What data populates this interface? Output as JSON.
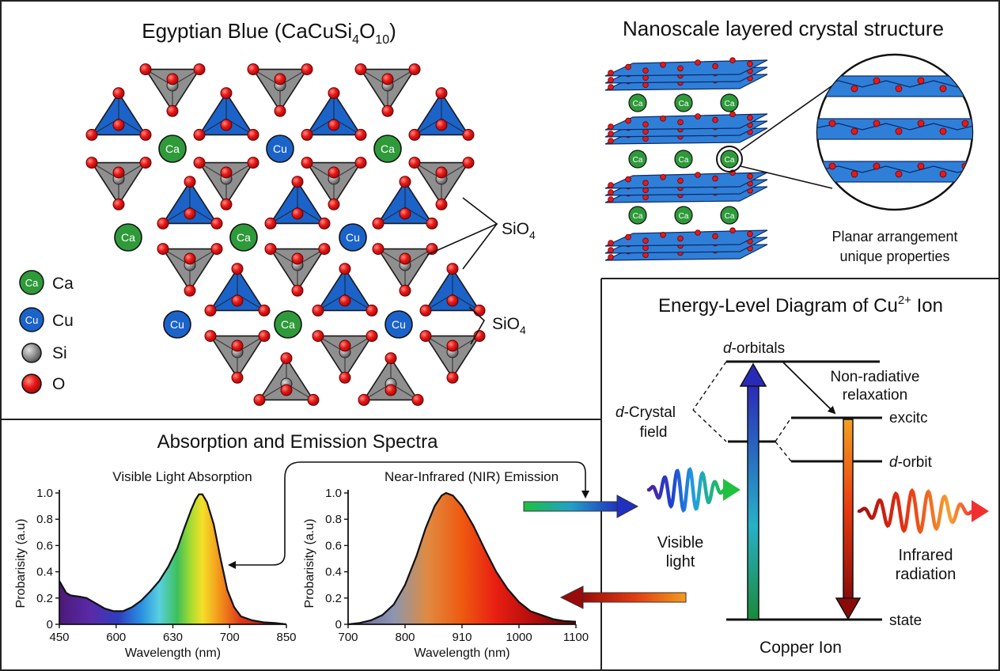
{
  "panels": {
    "structure": {
      "title": "Egyptian Blue (CaCuSi",
      "title_sub1": "4",
      "title_mid": "O",
      "title_sub2": "10",
      "title_end": ")",
      "ion_labels": [
        "Ca",
        "Cu",
        "Ca",
        "Ca",
        "Ca",
        "Cu",
        "Cu",
        "Ca",
        "Cu"
      ],
      "sio4_label": "SiO",
      "sio4_sub": "4",
      "legend": [
        {
          "symbol": "Ca",
          "label": "Ca",
          "color": "#2e9a3a"
        },
        {
          "symbol": "Cu",
          "label": "Cu",
          "color": "#1b63c9"
        },
        {
          "symbol": "",
          "label": "Si",
          "color": "#8a8a8a"
        },
        {
          "symbol": "",
          "label": "O",
          "color": "#e01010"
        }
      ]
    },
    "nanoscale": {
      "title": "Nanoscale layered crystal structure",
      "ca_label": "Ca",
      "caption_line1": "Planar arrangement",
      "caption_line2": "unique properties"
    },
    "energy": {
      "title": "Energy-Level Diagram of Cu",
      "title_sup": "2+",
      "title_end": " Ion",
      "d_orbitals_italic": "d",
      "d_orbitals_rest": "-orbitals",
      "crystal_italic": "d",
      "crystal_rest": "-Crystal",
      "crystal_line2": "field",
      "nonrad_line1": "Non-radiative",
      "nonrad_line2": "relaxation",
      "excited": "excitϲ",
      "d_orbit_italic": "d",
      "d_orbit_rest": "-orbit",
      "visible_line1": "Visible",
      "visible_line2": "light",
      "infrared_line1": "Infrared",
      "infrared_line2": "radiation",
      "state": "state",
      "copper_ion": "Copper Ion"
    },
    "spectra": {
      "title": "Absorption and Emission Spectra"
    }
  },
  "chart_data": [
    {
      "type": "area",
      "title": "Visible Light Absorption",
      "xlabel": "Wavelength (nm)",
      "ylabel": "Probarisity (a.u)",
      "x_ticks": [
        "450",
        "600",
        "630",
        "700",
        "850"
      ],
      "y_ticks": [
        "0",
        "0.2",
        "0.4",
        "0.6",
        "0.8",
        "1.0"
      ],
      "ylim": [
        0,
        1.0
      ],
      "points": [
        [
          0,
          0.33
        ],
        [
          0.03,
          0.24
        ],
        [
          0.05,
          0.22
        ],
        [
          0.09,
          0.21
        ],
        [
          0.12,
          0.2
        ],
        [
          0.16,
          0.16
        ],
        [
          0.2,
          0.12
        ],
        [
          0.24,
          0.1
        ],
        [
          0.28,
          0.1
        ],
        [
          0.32,
          0.13
        ],
        [
          0.36,
          0.18
        ],
        [
          0.4,
          0.25
        ],
        [
          0.44,
          0.33
        ],
        [
          0.48,
          0.44
        ],
        [
          0.52,
          0.58
        ],
        [
          0.55,
          0.73
        ],
        [
          0.58,
          0.87
        ],
        [
          0.6,
          0.95
        ],
        [
          0.615,
          0.99
        ],
        [
          0.63,
          0.99
        ],
        [
          0.65,
          0.93
        ],
        [
          0.68,
          0.76
        ],
        [
          0.71,
          0.5
        ],
        [
          0.74,
          0.26
        ],
        [
          0.77,
          0.13
        ],
        [
          0.8,
          0.06
        ],
        [
          0.85,
          0.03
        ],
        [
          0.9,
          0.015
        ],
        [
          0.95,
          0.01
        ],
        [
          1,
          0.0
        ]
      ]
    },
    {
      "type": "area",
      "title": "Near-Infrared (NIR) Emission",
      "xlabel": "Wavelength (nm)",
      "ylabel": "Probarisity (a.u)",
      "x_ticks": [
        "700",
        "800",
        "910",
        "1000",
        "1100"
      ],
      "y_ticks": [
        "0",
        "0.2",
        "0.4",
        "0.6",
        "0.8",
        "1.0"
      ],
      "ylim": [
        0,
        1.0
      ],
      "points": [
        [
          0,
          0.0
        ],
        [
          0.05,
          0.01
        ],
        [
          0.1,
          0.03
        ],
        [
          0.15,
          0.07
        ],
        [
          0.2,
          0.15
        ],
        [
          0.25,
          0.3
        ],
        [
          0.3,
          0.52
        ],
        [
          0.34,
          0.73
        ],
        [
          0.38,
          0.9
        ],
        [
          0.41,
          0.98
        ],
        [
          0.43,
          1.0
        ],
        [
          0.46,
          0.98
        ],
        [
          0.5,
          0.9
        ],
        [
          0.55,
          0.75
        ],
        [
          0.6,
          0.57
        ],
        [
          0.65,
          0.4
        ],
        [
          0.7,
          0.27
        ],
        [
          0.75,
          0.17
        ],
        [
          0.8,
          0.1
        ],
        [
          0.85,
          0.07
        ],
        [
          0.9,
          0.04
        ],
        [
          0.95,
          0.025
        ],
        [
          1,
          0.02
        ]
      ]
    }
  ]
}
